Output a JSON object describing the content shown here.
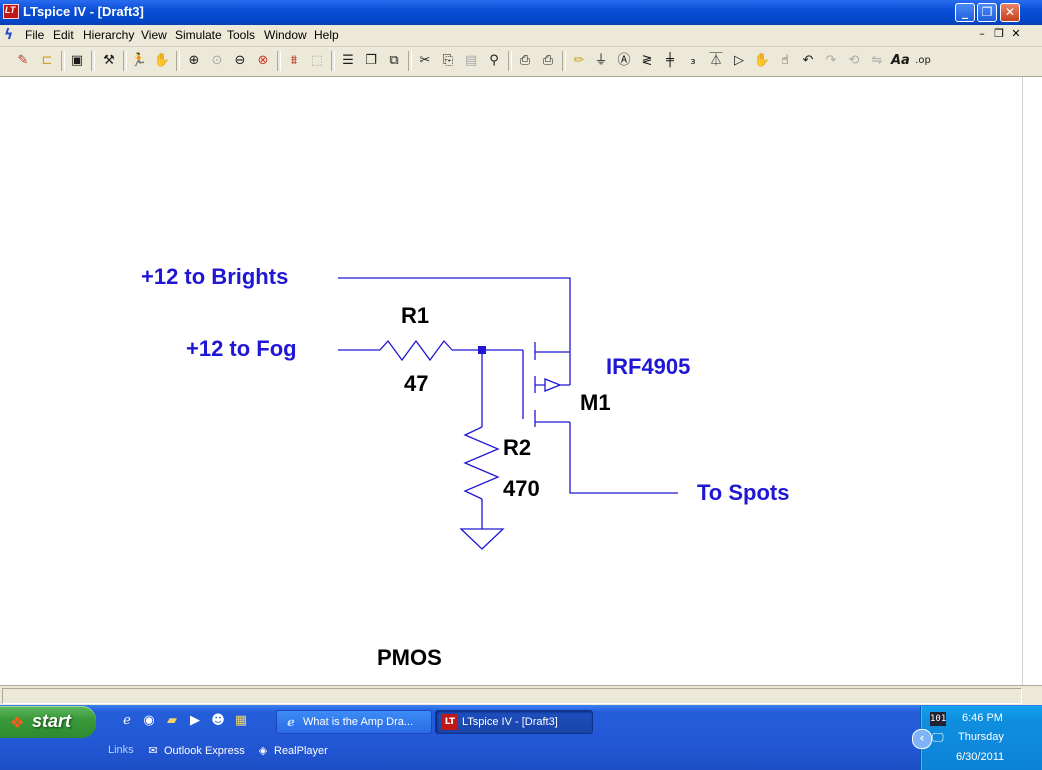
{
  "window": {
    "title": "LTspice IV - [Draft3]",
    "controls": {
      "minimize": "_",
      "restore": "❐",
      "close": "✕"
    }
  },
  "menu": {
    "items": [
      "File",
      "Edit",
      "Hierarchy",
      "View",
      "Simulate",
      "Tools",
      "Window",
      "Help"
    ],
    "mdi_controls": {
      "minimize": "–",
      "restore": "❐",
      "close": "✕"
    }
  },
  "toolbar": {
    "icons": [
      "new-schematic",
      "open",
      "save",
      "control-panel",
      "run",
      "halt",
      "zoom-in",
      "pan",
      "zoom-out",
      "zoom-cancel",
      "autorange",
      "view-fit",
      "tile-horizontal",
      "cascade",
      "tile-windows",
      "cut",
      "copy",
      "paste",
      "find",
      "print-preview",
      "print",
      "wire",
      "ground",
      "label-net",
      "resistor",
      "capacitor",
      "inductor",
      "diode",
      "component",
      "move",
      "drag",
      "undo",
      "redo",
      "rotate",
      "mirror",
      "text",
      "spice-directive"
    ]
  },
  "schematic": {
    "net_labels": {
      "brights": "+12 to Brights",
      "fog": "+12 to Fog",
      "spots": "To Spots"
    },
    "parts": {
      "r1_name": "R1",
      "r1_value": "47",
      "r2_name": "R2",
      "r2_value": "470",
      "m1_name": "M1",
      "m1_model": "IRF4905"
    },
    "comment": "PMOS",
    "wire_color": "#1f17d4",
    "label_color": "#1f17d4"
  },
  "taskbar": {
    "start_label": "start",
    "tasks": [
      {
        "label": "What is the Amp Dra...",
        "icon": "ie-icon"
      },
      {
        "label": "LTspice IV - [Draft3]",
        "icon": "ltspice-icon"
      }
    ],
    "links_label": "Links",
    "links": [
      {
        "label": "Outlook Express",
        "icon": "outlook-icon"
      },
      {
        "label": "RealPlayer",
        "icon": "realplayer-icon"
      }
    ],
    "tray": {
      "time": "6:46 PM",
      "day": "Thursday",
      "date": "6/30/2011"
    }
  }
}
